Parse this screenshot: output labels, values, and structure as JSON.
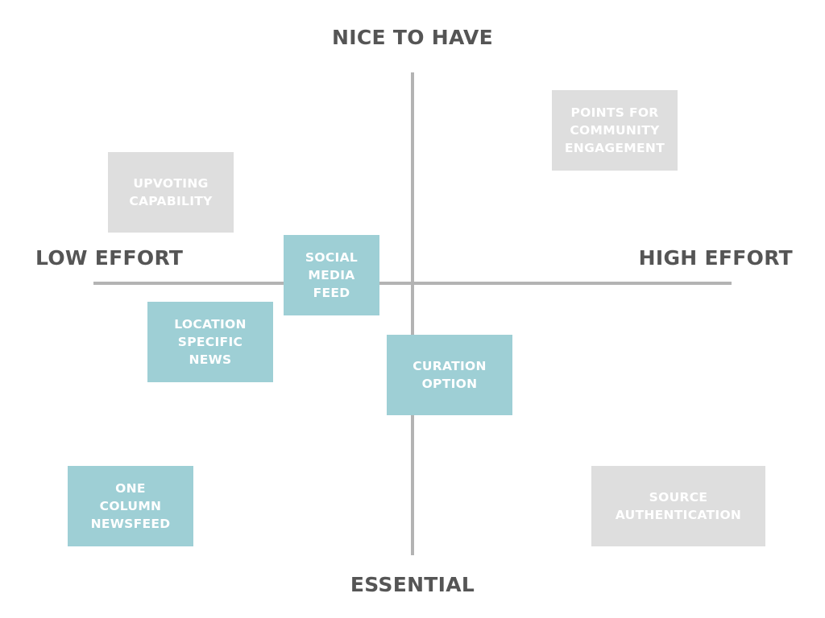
{
  "axes": {
    "top": "NICE TO HAVE",
    "bottom": "ESSENTIAL",
    "left": "LOW EFFORT",
    "right": "HIGH EFFORT"
  },
  "colors": {
    "axis": "#b3b3b3",
    "axis_text": "#555555",
    "teal_card": "#9ecfd5",
    "grey_card": "#dedede",
    "card_text": "#ffffff"
  },
  "cards": {
    "upvoting": {
      "lines": [
        "UPVOTING",
        "CAPABILITY"
      ],
      "style": "grey"
    },
    "points": {
      "lines": [
        "POINTS FOR",
        "COMMUNITY",
        "ENGAGEMENT"
      ],
      "style": "grey"
    },
    "social": {
      "lines": [
        "SOCIAL",
        "MEDIA",
        "FEED"
      ],
      "style": "teal"
    },
    "location": {
      "lines": [
        "LOCATION",
        "SPECIFIC",
        "NEWS"
      ],
      "style": "teal"
    },
    "curation": {
      "lines": [
        "CURATION",
        "OPTION"
      ],
      "style": "teal"
    },
    "onecolumn": {
      "lines": [
        "ONE",
        "COLUMN",
        "NEWSFEED"
      ],
      "style": "teal"
    },
    "source": {
      "lines": [
        "SOURCE",
        "AUTHENTICATION"
      ],
      "style": "grey"
    }
  }
}
